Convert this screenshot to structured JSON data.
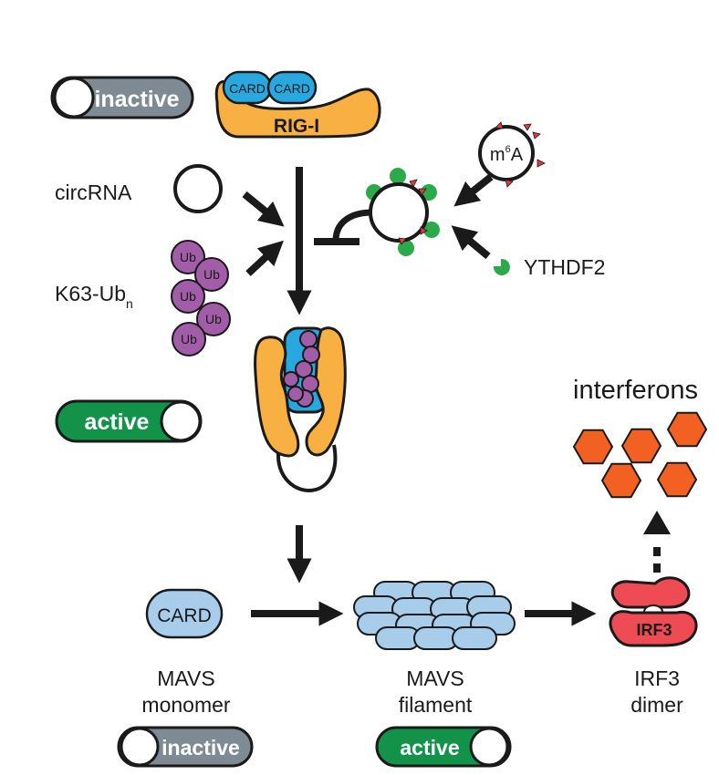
{
  "colors": {
    "rig_orange": "#F9B042",
    "card_blue": "#29A8E0",
    "ub_purple": "#A25DA8",
    "ythdf2_green": "#2BAA4A",
    "m6a_red": "#E53838",
    "mavs_blue": "#A7CDEA",
    "irf3_red": "#EE4B55",
    "interferon_orange": "#F26122",
    "inactive_gray": "#7E8B94",
    "active_green": "#13934A",
    "outline": "#1a1a1a"
  },
  "toggles": {
    "rig_inactive": "inactive",
    "rig_active": "active",
    "mavs_inactive": "inactive",
    "mavs_active": "active"
  },
  "rig": {
    "label": "RIG-I",
    "card_left": "CARD",
    "card_right": "CARD"
  },
  "inputs": {
    "circrna": "circRNA",
    "k63_main": "K63-Ub",
    "k63_sub": "n",
    "ub": "Ub"
  },
  "modified": {
    "m6a_m": "m",
    "m6a_sup": "6",
    "m6a_a": "A",
    "ythdf2": "YTHDF2"
  },
  "mavs": {
    "card": "CARD",
    "monomer_line1": "MAVS",
    "monomer_line2": "monomer",
    "filament_line1": "MAVS",
    "filament_line2": "filament"
  },
  "irf3": {
    "label": "IRF3",
    "caption_line1": "IRF3",
    "caption_line2": "dimer"
  },
  "interferons": {
    "label": "interferons"
  }
}
